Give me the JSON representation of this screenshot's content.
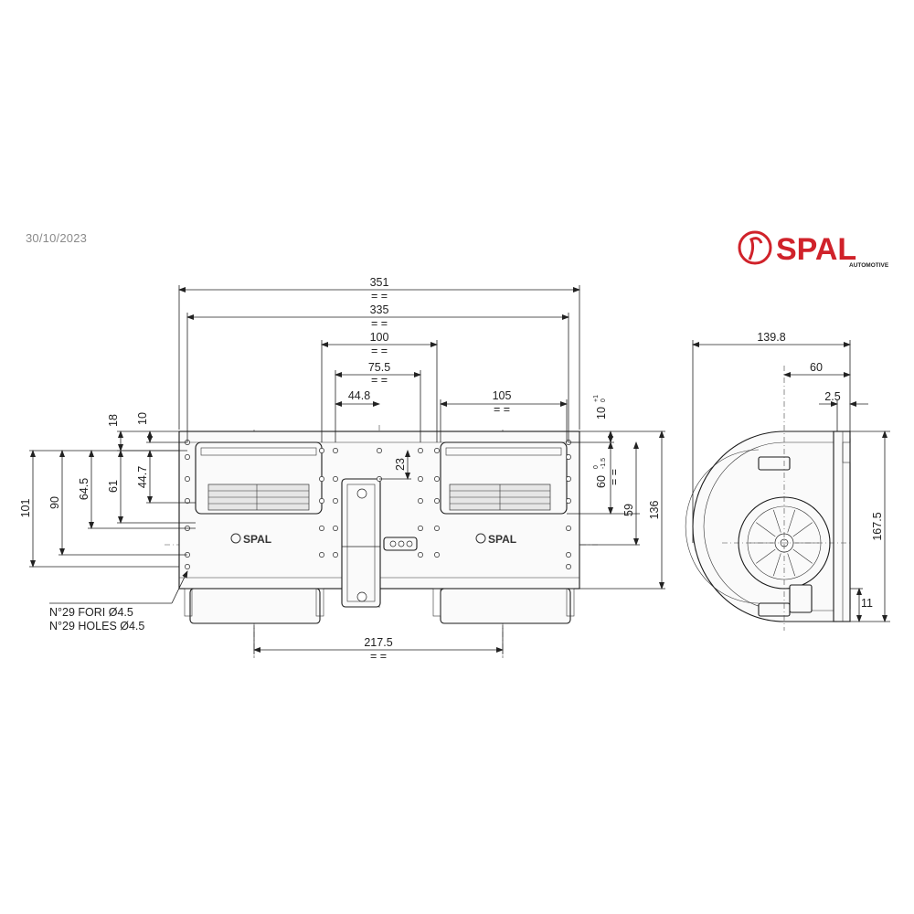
{
  "header": {
    "date": "30/10/2023",
    "logo_text": "SPAL",
    "logo_subtext": "AUTOMOTIVE"
  },
  "front_view": {
    "dims": {
      "overall_width": "351",
      "hole_span": "335",
      "center_100": "100",
      "center_75_5": "75.5",
      "offset_44_8": "44.8",
      "outlet_width": "105",
      "bottom_span": "217.5",
      "left_18": "18",
      "left_10": "10",
      "left_64_5": "64.5",
      "left_61": "61",
      "left_44_7": "44.7",
      "left_90": "90",
      "left_101": "101",
      "mid_23": "23",
      "right_10_tol": "10",
      "right_10_sup": "+1",
      "right_10_sub": "0",
      "right_60_tol": "60",
      "right_60_sup": "0",
      "right_60_sub": "-1.5",
      "right_59": "59",
      "right_136": "136"
    },
    "holes_note_it": "N°29 FORI Ø4.5",
    "holes_note_en": "N°29 HOLES Ø4.5",
    "body_logo": "SPAL"
  },
  "side_view": {
    "dims": {
      "depth": "139.8",
      "depth_60": "60",
      "depth_2_5": "2.5",
      "height": "167.5",
      "bottom_11": "11"
    }
  }
}
